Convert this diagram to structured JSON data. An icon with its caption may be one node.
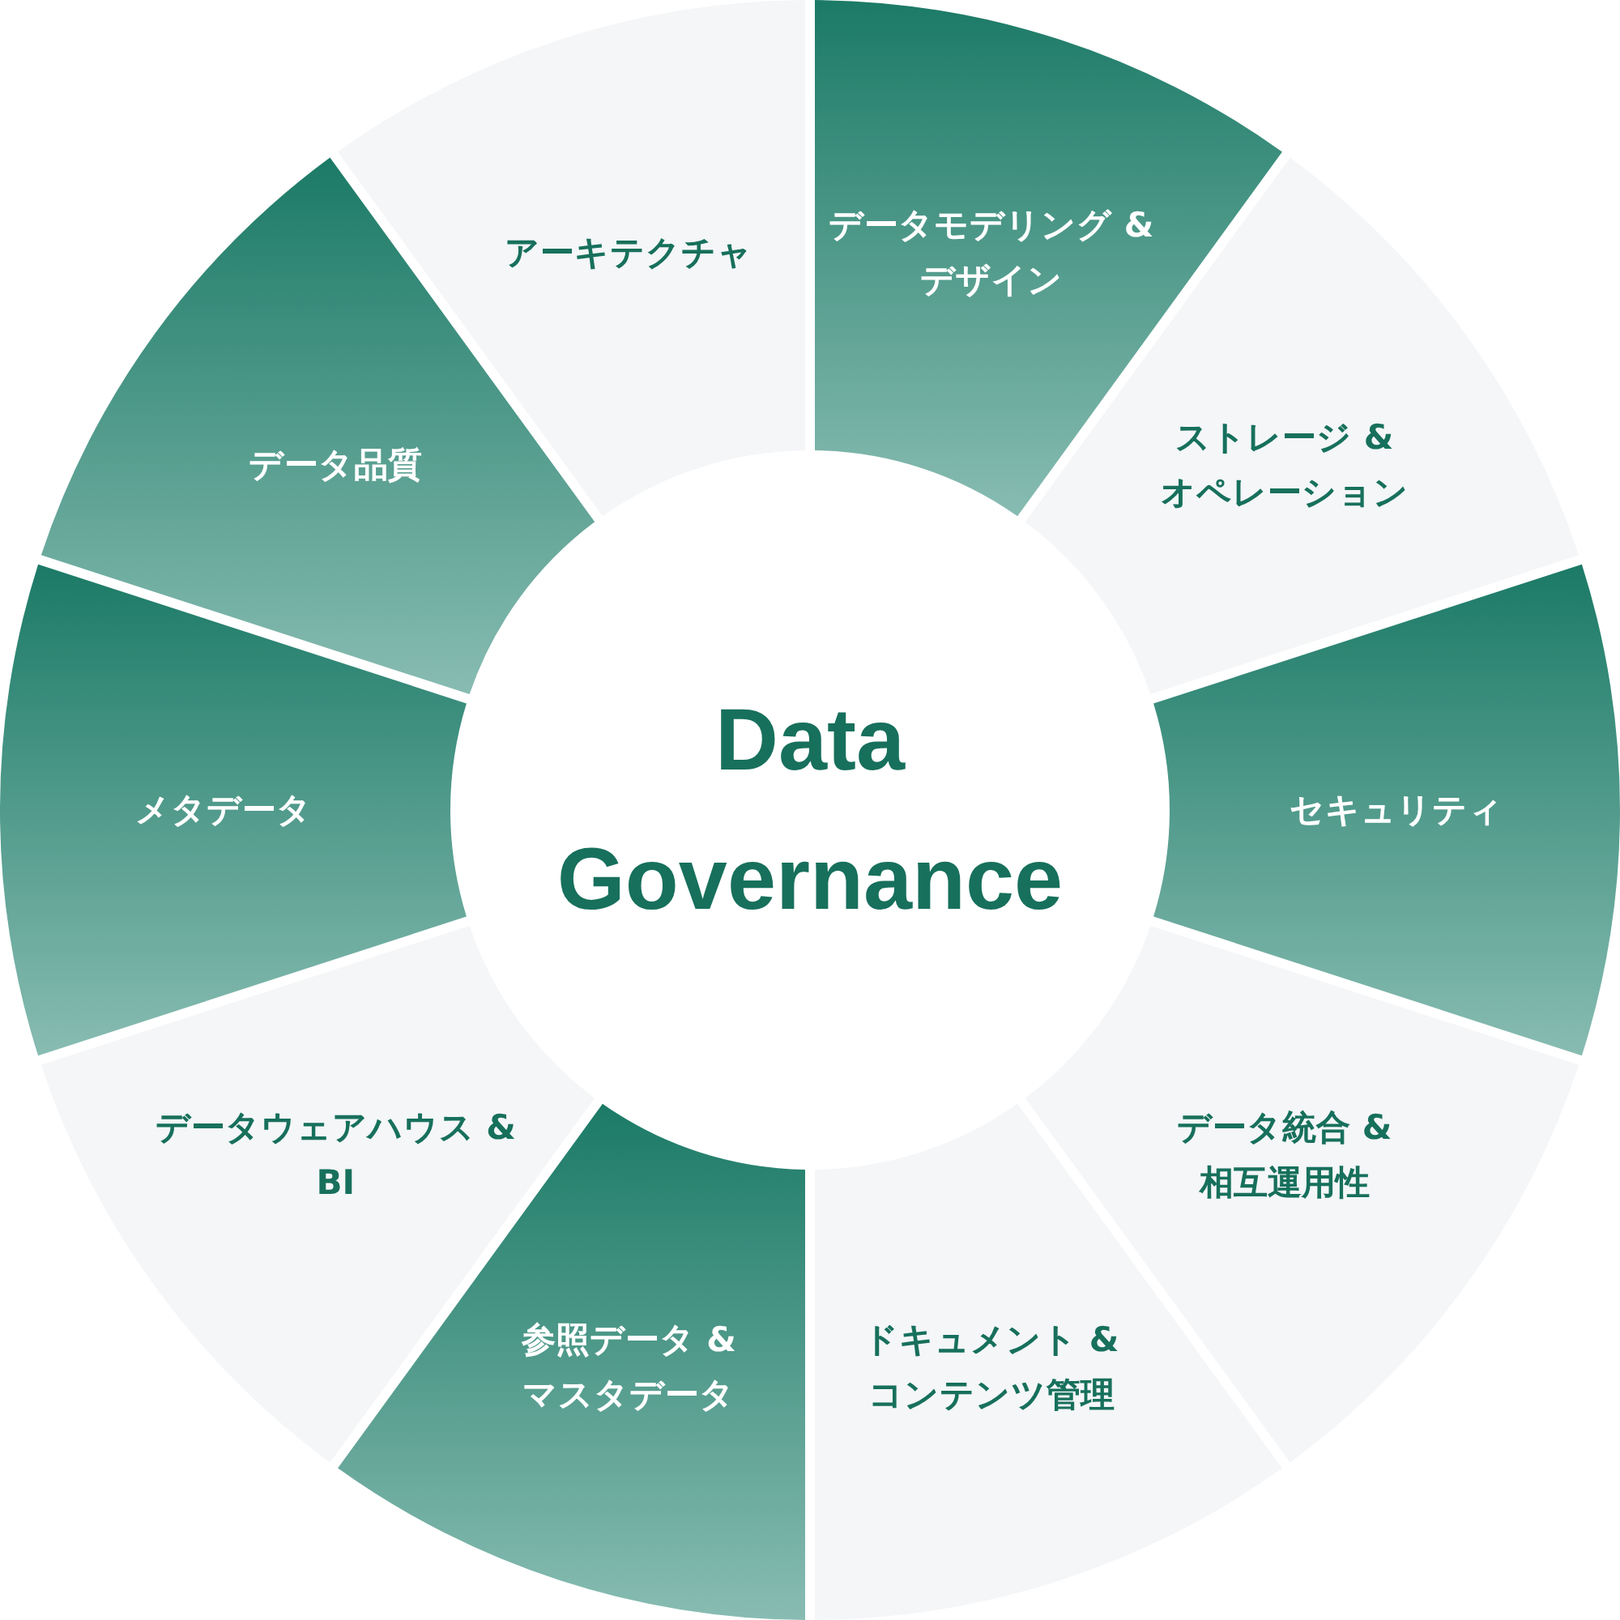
{
  "diagram": {
    "nodes": [
      {
        "text": [
          "Data Governance"
        ]
      },
      {
        "text": [
          "データモデリング & デザイン"
        ]
      },
      {
        "text": [
          "ストレージ & オペレーション"
        ]
      },
      {
        "text": [
          "セキュリティ"
        ]
      },
      {
        "text": [
          "データ統合 & 相互運用性"
        ]
      },
      {
        "text": [
          "ドキュメント & コンテンツ管理"
        ]
      },
      {
        "text": [
          "参照データ & マスタデータ"
        ]
      },
      {
        "text": [
          "データウェアハウス & BI"
        ]
      },
      {
        "text": [
          "メタデータ"
        ]
      },
      {
        "text": [
          "データ品質"
        ]
      },
      {
        "text": [
          "アーキテクチャ"
        ]
      }
    ]
  }
}
